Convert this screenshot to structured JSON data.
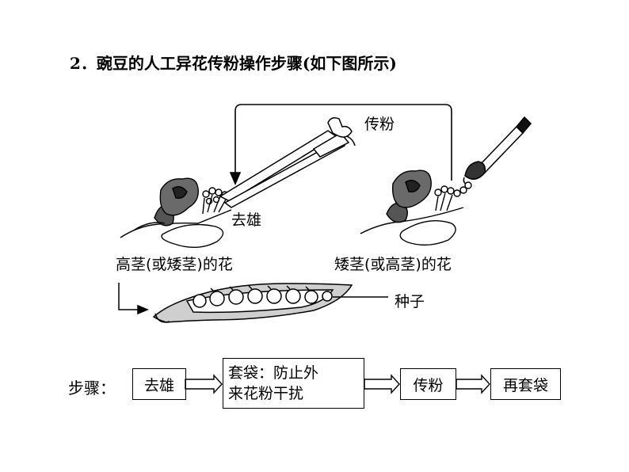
{
  "title": "2．豌豆的人工异花传粉操作步骤(如下图所示)",
  "figure": {
    "label_pollination": "传粉",
    "label_emasculate": "去雄",
    "label_tall_flower": "高茎(或矮茎)的花",
    "label_short_flower": "矮茎(或高茎)的花",
    "label_seed": "种子"
  },
  "steps": {
    "label": "步骤：",
    "step1": "去雄",
    "step2_line1": "套袋：防止外",
    "step2_line2": "来花粉干扰",
    "step3": "传粉",
    "step4": "再套袋"
  }
}
